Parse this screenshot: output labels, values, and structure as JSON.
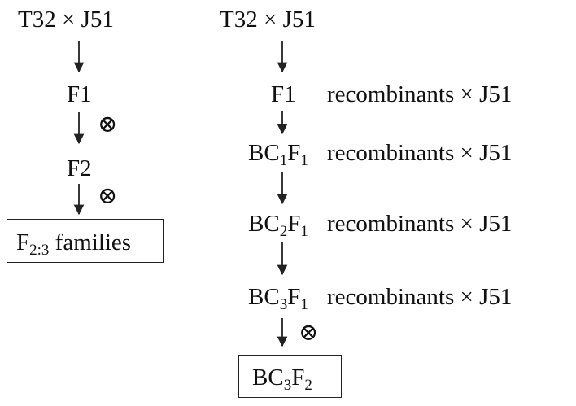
{
  "left_scheme": {
    "cross": "T32 × J51",
    "f1": "F1",
    "f2": "F2",
    "selfing_symbol": "⊗",
    "result_main": "F",
    "result_sub": "2:3",
    "result_tail": " families"
  },
  "right_scheme": {
    "cross": "T32 × J51",
    "f1": "F1",
    "recombinant_cross": "recombinants × J51",
    "generations": [
      {
        "a": "BC",
        "a_sub": "1",
        "b": "F",
        "b_sub": "1"
      },
      {
        "a": "BC",
        "a_sub": "2",
        "b": "F",
        "b_sub": "1"
      },
      {
        "a": "BC",
        "a_sub": "3",
        "b": "F",
        "b_sub": "1"
      }
    ],
    "selfing_symbol": "⊗",
    "result": {
      "a": "BC",
      "a_sub": "3",
      "b": "F",
      "b_sub": "2"
    }
  }
}
